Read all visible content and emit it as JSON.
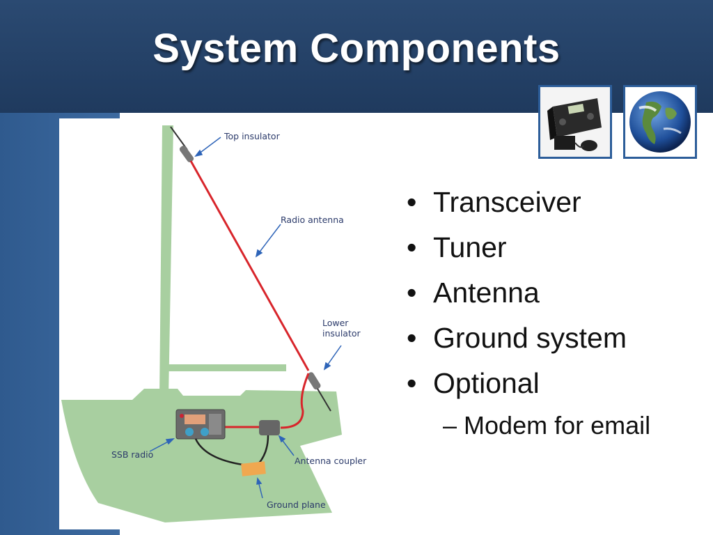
{
  "slide": {
    "title": "System Components",
    "colors": {
      "header": "#24436a",
      "sidebar": "#35639a",
      "boat": "#a8cfa0",
      "antenna": "#d8252b"
    },
    "icons": [
      "radio-transceiver-icon",
      "earth-globe-icon"
    ]
  },
  "diagram": {
    "labels": {
      "top_insulator": "Top insulator",
      "radio_antenna": "Radio antenna",
      "lower_insulator_1": "Lower",
      "lower_insulator_2": "insulator",
      "ssb_radio": "SSB radio",
      "antenna_coupler": "Antenna coupler",
      "ground_plane": "Ground plane"
    }
  },
  "bullets": [
    "Transceiver",
    "Tuner",
    "Antenna",
    "Ground system",
    "Optional"
  ],
  "sub_bullet": "Modem for email",
  "bullet_char": "•",
  "sub_bullet_char": "–"
}
